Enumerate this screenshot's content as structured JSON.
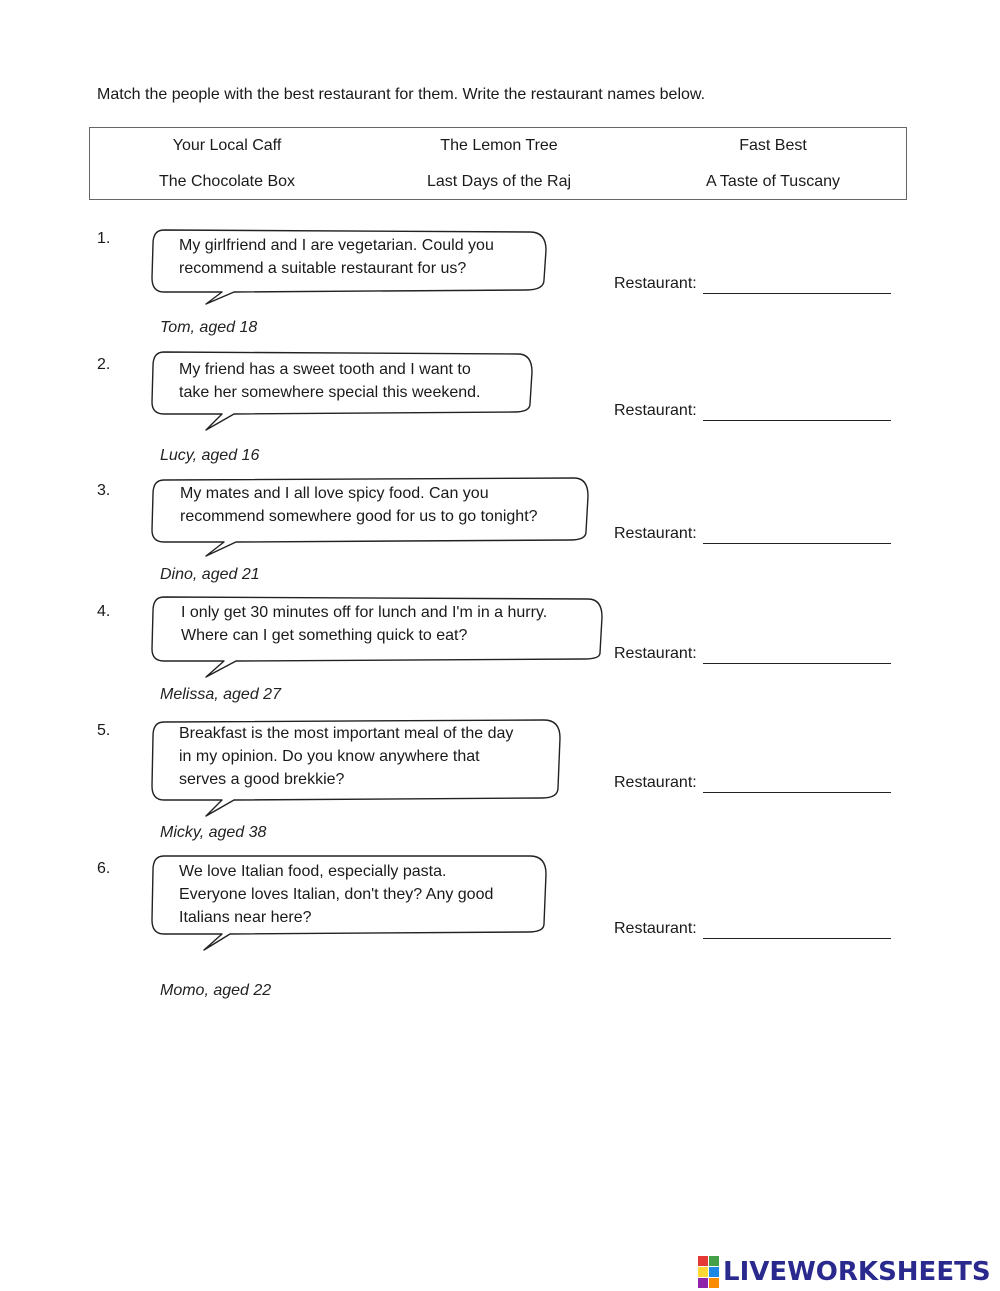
{
  "instructions": "Match the people with the best restaurant for them. Write the restaurant names below.",
  "restaurants": [
    "Your Local Caff",
    "The Lemon Tree",
    "Fast Best",
    "The Chocolate Box",
    "Last Days of the Raj",
    "A Taste of Tuscany"
  ],
  "answer_label": "Restaurant:",
  "items": [
    {
      "number": "1.",
      "text": "My girlfriend and I are vegetarian. Could you\nrecommend a suitable restaurant for us?",
      "person": "Tom, aged 18"
    },
    {
      "number": "2.",
      "text": "My friend has a sweet tooth and I want to\ntake her somewhere special this weekend.",
      "person": "Lucy, aged 16"
    },
    {
      "number": "3.",
      "text": "My mates and I all love spicy food. Can you\nrecommend somewhere good for us to go tonight?",
      "person": "Dino, aged 21"
    },
    {
      "number": "4.",
      "text": "I only get 30 minutes off for lunch and I'm in a hurry.\nWhere can I get something quick to eat?",
      "person": "Melissa, aged 27"
    },
    {
      "number": "5.",
      "text": "Breakfast is the most important meal of the day\nin my opinion. Do you know anywhere that\nserves a good brekkie?",
      "person": "Micky, aged 38"
    },
    {
      "number": "6.",
      "text": "We love Italian food, especially pasta.\nEveryone loves Italian, don't they? Any good\nItalians near here?",
      "person": "Momo, aged 22"
    }
  ],
  "logo": {
    "text": "LIVEWORKSHEETS",
    "colors": [
      "#e53935",
      "#43a047",
      "#fdd835",
      "#1e88e5",
      "#8e24aa",
      "#fb8c00"
    ],
    "text_color": "#2a2a8e"
  }
}
